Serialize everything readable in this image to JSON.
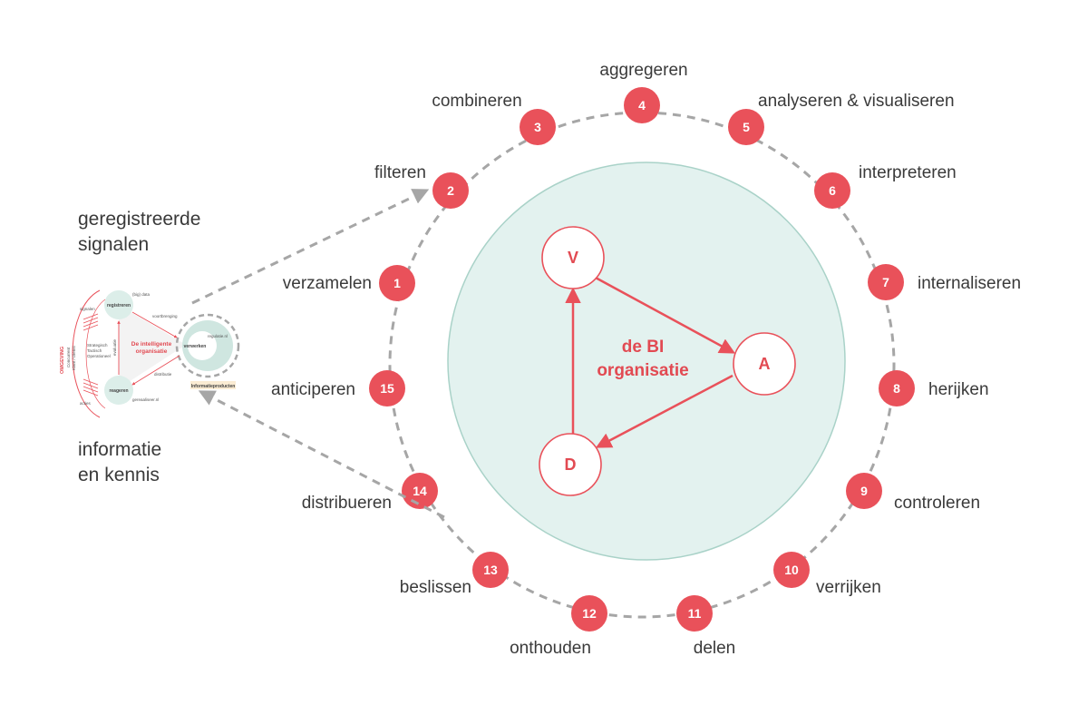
{
  "colors": {
    "accent": "#e9515a",
    "accent_text": "#e24a52",
    "center_fill": "#e3f2ef",
    "center_stroke": "#a9d2c8",
    "dash": "#a6a6a6",
    "text": "#3a3a3a"
  },
  "center": {
    "title_line1": "de BI",
    "title_line2": "organisatie"
  },
  "vad": {
    "v": "V",
    "a": "A",
    "d": "D"
  },
  "steps": [
    {
      "num": "1",
      "label": "verzamelen"
    },
    {
      "num": "2",
      "label": "filteren"
    },
    {
      "num": "3",
      "label": "combineren"
    },
    {
      "num": "4",
      "label": "aggregeren"
    },
    {
      "num": "5",
      "label": "analyseren & visualiseren"
    },
    {
      "num": "6",
      "label": "interpreteren"
    },
    {
      "num": "7",
      "label": "internaliseren"
    },
    {
      "num": "8",
      "label": "herijken"
    },
    {
      "num": "9",
      "label": "controleren"
    },
    {
      "num": "10",
      "label": "verrijken"
    },
    {
      "num": "11",
      "label": "delen"
    },
    {
      "num": "12",
      "label": "onthouden"
    },
    {
      "num": "13",
      "label": "beslissen"
    },
    {
      "num": "14",
      "label": "distribueren"
    },
    {
      "num": "15",
      "label": "anticiperen"
    }
  ],
  "side": {
    "top_line1": "geregistreerde",
    "top_line2": "signalen",
    "bottom_line1": "informatie",
    "bottom_line2": "en kennis"
  },
  "mini": {
    "omgeving": "OMGEVING",
    "side_a": "Concurrent",
    "side_b": "Klant / Dienst",
    "registreren": "registreren",
    "bigdata": "(big) data",
    "reageren": "reageren",
    "reageren_sub": "gereaaliseer.nl",
    "intelligent_1": "De intelligente",
    "intelligent_2": "organisatie",
    "verwerken": "verwerken",
    "verwerken_sub": "regulatie.nl",
    "levels_1": "Strategisch",
    "levels_2": "Tactisch",
    "levels_3": "Operationeel",
    "informatieproducten": "Informatieproducten",
    "arrow_top": "voortbrenging",
    "arrow_bottom": "distributie",
    "arrow_left": "evaluatie",
    "sig_top": "signalen",
    "sig_bottom": "acties"
  }
}
